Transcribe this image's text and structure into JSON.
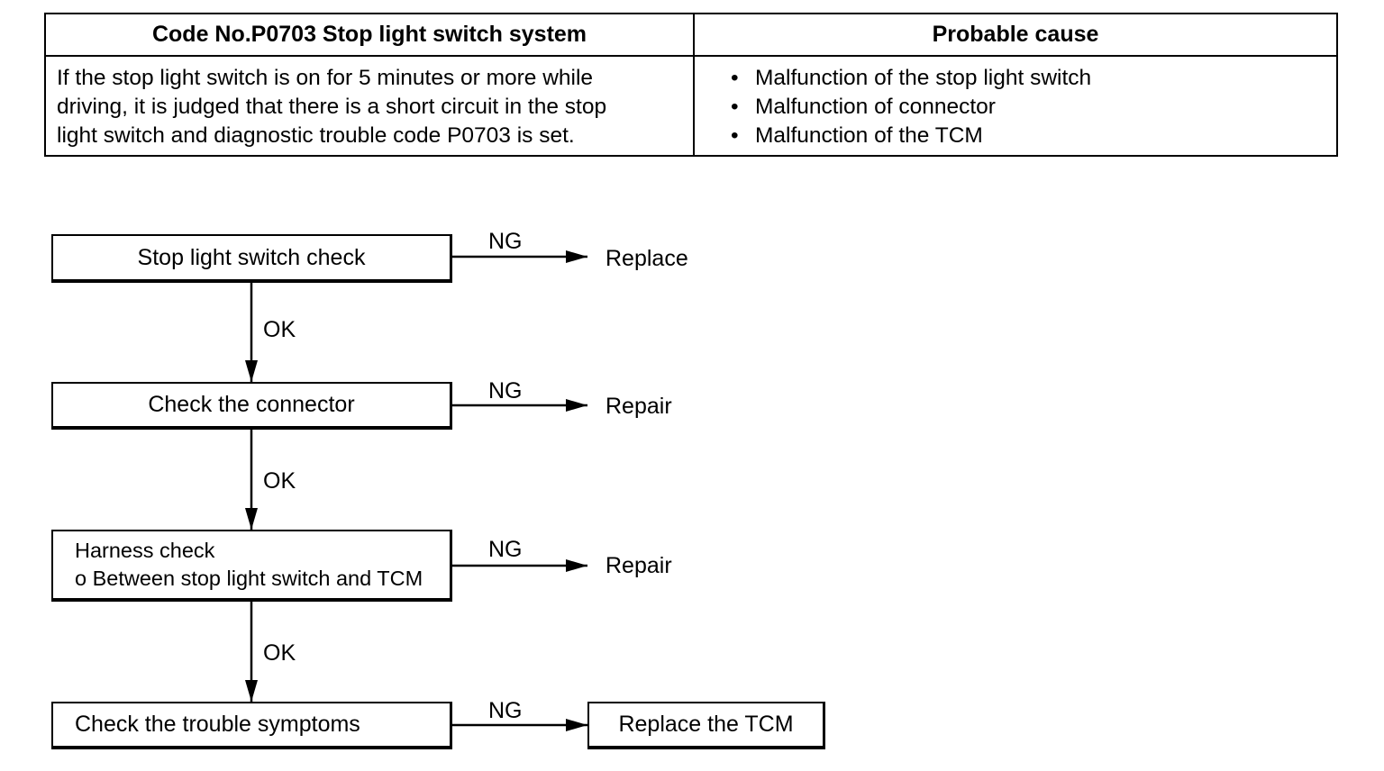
{
  "table": {
    "headers": [
      "Code No.P0703 Stop light switch system",
      "Probable cause"
    ],
    "description_lines": [
      "If the stop light switch is on for 5 minutes or more while",
      "driving, it is judged that there is a short circuit in the stop",
      "light switch and diagnostic trouble code P0703 is set."
    ],
    "causes": [
      "Malfunction of the stop light switch",
      "Malfunction of connector",
      "Malfunction of the TCM"
    ]
  },
  "flowchart": {
    "steps": [
      {
        "label": "Stop light switch check",
        "ng_label": "NG",
        "ng_result": "Replace",
        "ok_label": "OK"
      },
      {
        "label": "Check the connector",
        "ng_label": "NG",
        "ng_result": "Repair",
        "ok_label": "OK"
      },
      {
        "label": "Harness check",
        "sublabel": "o Between stop light switch and  TCM",
        "ng_label": "NG",
        "ng_result": "Repair",
        "ok_label": "OK"
      },
      {
        "label": "Check the trouble symptoms",
        "ng_label": "NG",
        "ng_result": "Replace the TCM"
      }
    ]
  }
}
